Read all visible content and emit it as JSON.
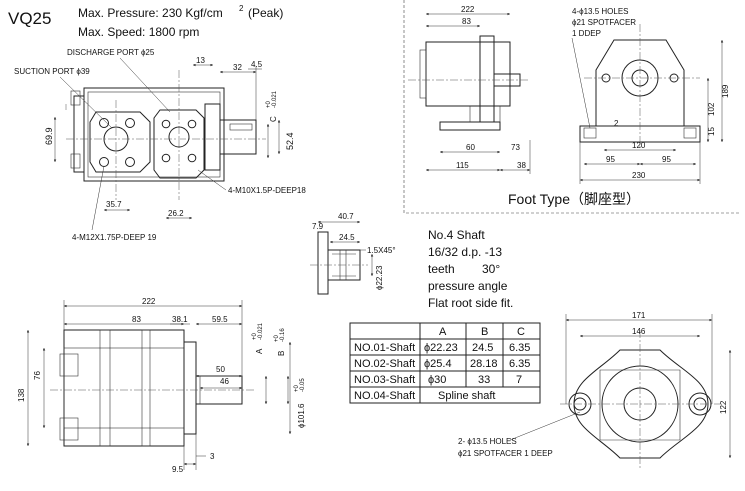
{
  "header": {
    "model": "VQ25",
    "max_pressure": "Max. Pressure: 230 Kgf/cm",
    "pressure_sup": "2",
    "pressure_peak": "(Peak)",
    "max_speed": "Max.  Speed: 1800 rpm"
  },
  "front_view": {
    "discharge_port": "DISCHARGE PORT ϕ25",
    "suction_port": "SUCTION PORT ϕ39",
    "dim_13": "13",
    "dim_32": "32",
    "dim_4_5": "4.5",
    "dim_c": "C",
    "dim_c_tol_top": "+0",
    "dim_c_tol_bot": "-0.021",
    "dim_69_9": "69.9",
    "dim_52_4": "52.4",
    "tap_m10": "4-M10X1.5P-DEEP18",
    "dim_35_7": "35.7",
    "dim_26_2": "26.2",
    "tap_m12": "4-M12X1.75P-DEEP 19"
  },
  "foot_type": {
    "title": "Foot Type（脚座型）",
    "dim_222": "222",
    "dim_83": "83",
    "dim_60": "60",
    "dim_73": "73",
    "dim_115": "115",
    "dim_38": "38",
    "holes_line1": "4-ϕ13.5 HOLES",
    "holes_line2": "ϕ21 SPOTFACER",
    "holes_line3": "1 DDEP",
    "dim_189": "189",
    "dim_102": "102",
    "dim_2": "2",
    "dim_15": "15",
    "dim_120": "120",
    "dim_95a": "95",
    "dim_95b": "95",
    "dim_230": "230"
  },
  "shaft": {
    "dim_40_7": "40.7",
    "dim_7_9": "7.9",
    "dim_24_5": "24.5",
    "chamfer": "1.5X45°",
    "dia_22_23": "ϕ22.23",
    "note_line1": "No.4 Shaft",
    "note_line2": "16/32 d.p. -13",
    "note_line3_a": "teeth",
    "note_line3_b": "30°",
    "note_line4": "pressure angle",
    "note_line5": "Flat root side fit."
  },
  "shaft_table": {
    "headers": [
      "",
      "A",
      "B",
      "C"
    ],
    "rows": [
      [
        "NO.01-Shaft",
        "ϕ22.23",
        "24.5",
        "6.35"
      ],
      [
        "NO.02-Shaft",
        "ϕ25.4",
        "28.18",
        "6.35"
      ],
      [
        "NO.03-Shaft",
        "ϕ30",
        "33",
        "7"
      ],
      [
        "NO.04-Shaft",
        "Spline shaft",
        "",
        ""
      ]
    ]
  },
  "side_view": {
    "dim_222": "222",
    "dim_83": "83",
    "dim_38_1": "38.1",
    "dim_59_5": "59.5",
    "dim_a": "A",
    "dim_a_tol_top": "+0",
    "dim_a_tol_bot": "-0.021",
    "dim_b": "B",
    "dim_b_tol_top": "+0",
    "dim_b_tol_bot": "-0.16",
    "dim_76": "76",
    "dim_138": "138",
    "dim_50": "50",
    "dim_46": "46",
    "dim_101_6": "ϕ101.6",
    "dim_101_6_tol_top": "+0",
    "dim_101_6_tol_bot": "-0.05",
    "dim_9_5": "9.5",
    "dim_3": "3"
  },
  "flange_view": {
    "dim_171": "171",
    "dim_146": "146",
    "dim_122": "122",
    "holes_line1": "2- ϕ13.5 HOLES",
    "holes_line2": "ϕ21 SPOTFACER 1 DEEP"
  }
}
